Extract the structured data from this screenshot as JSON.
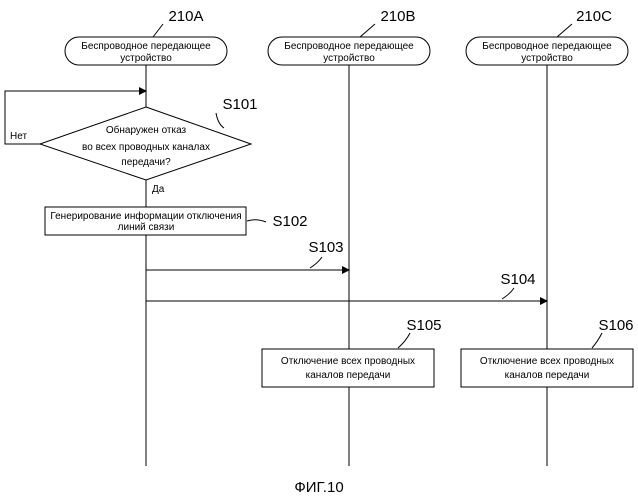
{
  "devices": [
    {
      "id": "210A",
      "label_line1": "Беспроводное передающее",
      "label_line2": "устройство"
    },
    {
      "id": "210B",
      "label_line1": "Беспроводное передающее",
      "label_line2": "устройство"
    },
    {
      "id": "210C",
      "label_line1": "Беспроводное передающее",
      "label_line2": "устройство"
    }
  ],
  "steps": {
    "s101": {
      "code": "S101",
      "line1": "Обнаружен отказ",
      "line2": "во всех проводных каналах",
      "line3": "передачи?",
      "no_label": "Нет",
      "yes_label": "Да"
    },
    "s102": {
      "code": "S102",
      "line1": "Генерирование информации отключения",
      "line2": "линий связи"
    },
    "s103": {
      "code": "S103"
    },
    "s104": {
      "code": "S104"
    },
    "s105": {
      "code": "S105",
      "line1": "Отключение всех проводных",
      "line2": "каналов передачи"
    },
    "s106": {
      "code": "S106",
      "line1": "Отключение всех проводных",
      "line2": "каналов передачи"
    }
  },
  "figure_caption": "ФИГ.10"
}
